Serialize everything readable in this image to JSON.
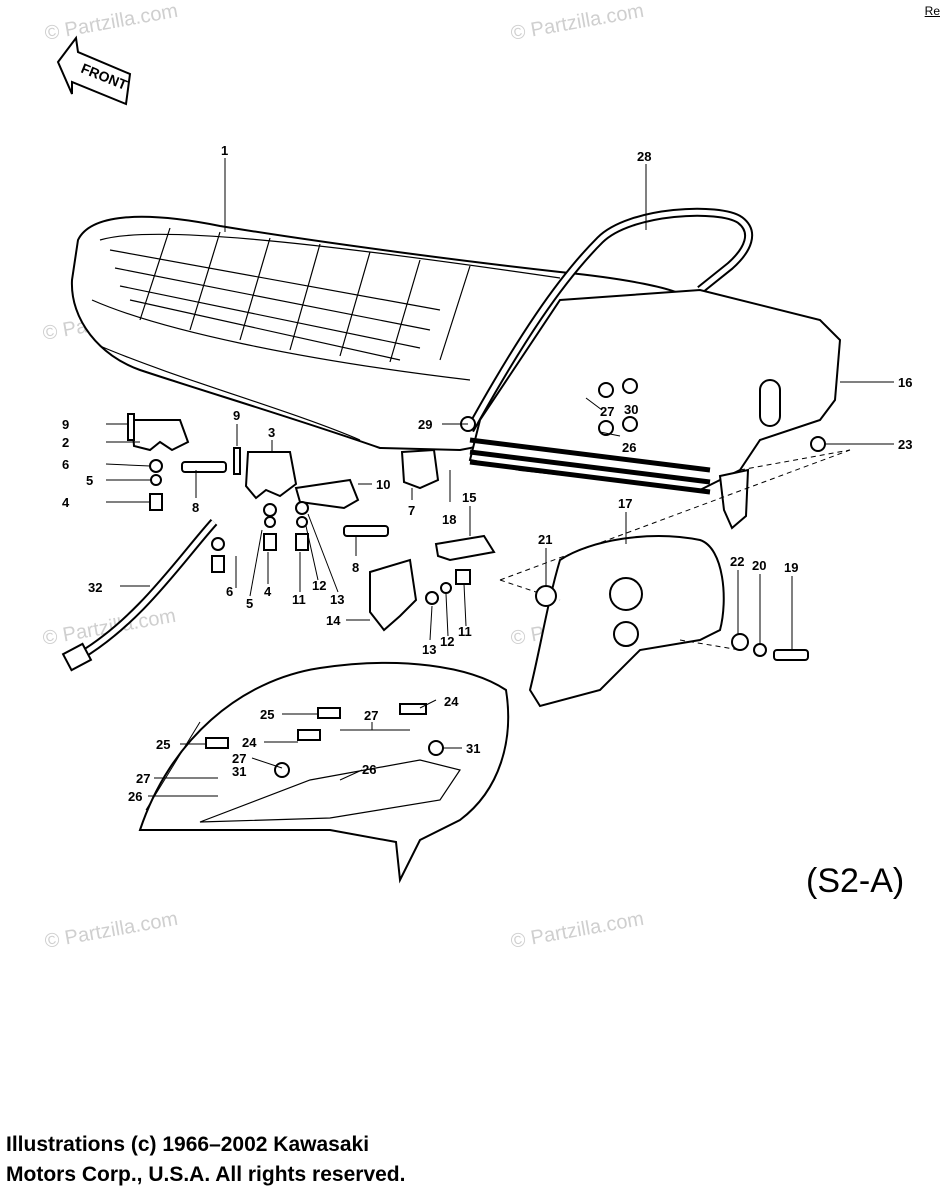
{
  "corner_text": "Re",
  "front_arrow_label": "FRONT",
  "diagram_code": "(S2-A)",
  "copyright": {
    "line1": "Illustrations (c) 1966–2002 Kawasaki",
    "line2": "Motors Corp., U.S.A.  All rights reserved."
  },
  "watermark": "© Partzilla.com",
  "callouts": [
    {
      "id": "c1",
      "text": "1"
    },
    {
      "id": "c28",
      "text": "28"
    },
    {
      "id": "c16",
      "text": "16"
    },
    {
      "id": "c23",
      "text": "23"
    },
    {
      "id": "c27a",
      "text": "27"
    },
    {
      "id": "c30",
      "text": "30"
    },
    {
      "id": "c26a",
      "text": "26"
    },
    {
      "id": "c29",
      "text": "29"
    },
    {
      "id": "c9a",
      "text": "9"
    },
    {
      "id": "c2",
      "text": "2"
    },
    {
      "id": "c6a",
      "text": "6"
    },
    {
      "id": "c5a",
      "text": "5"
    },
    {
      "id": "c4a",
      "text": "4"
    },
    {
      "id": "c9b",
      "text": "9"
    },
    {
      "id": "c3",
      "text": "3"
    },
    {
      "id": "c10",
      "text": "10"
    },
    {
      "id": "c7",
      "text": "7"
    },
    {
      "id": "c18",
      "text": "18"
    },
    {
      "id": "c15",
      "text": "15"
    },
    {
      "id": "c8a",
      "text": "8"
    },
    {
      "id": "c8b",
      "text": "8"
    },
    {
      "id": "c6b",
      "text": "6"
    },
    {
      "id": "c5b",
      "text": "5"
    },
    {
      "id": "c4b",
      "text": "4"
    },
    {
      "id": "c11a",
      "text": "11"
    },
    {
      "id": "c12a",
      "text": "12"
    },
    {
      "id": "c13a",
      "text": "13"
    },
    {
      "id": "c32",
      "text": "32"
    },
    {
      "id": "c14",
      "text": "14"
    },
    {
      "id": "c13b",
      "text": "13"
    },
    {
      "id": "c12b",
      "text": "12"
    },
    {
      "id": "c11b",
      "text": "11"
    },
    {
      "id": "c17",
      "text": "17"
    },
    {
      "id": "c21",
      "text": "21"
    },
    {
      "id": "c22",
      "text": "22"
    },
    {
      "id": "c20",
      "text": "20"
    },
    {
      "id": "c19",
      "text": "19"
    },
    {
      "id": "c24a",
      "text": "24"
    },
    {
      "id": "c25a",
      "text": "25"
    },
    {
      "id": "c27b",
      "text": "27"
    },
    {
      "id": "c25b",
      "text": "25"
    },
    {
      "id": "c24b",
      "text": "24"
    },
    {
      "id": "c31a",
      "text": "31"
    },
    {
      "id": "c27c",
      "text": "27"
    },
    {
      "id": "c26b",
      "text": "26"
    },
    {
      "id": "c31b",
      "text": "31"
    },
    {
      "id": "c27d",
      "text": "27"
    },
    {
      "id": "c26c",
      "text": "26"
    }
  ]
}
